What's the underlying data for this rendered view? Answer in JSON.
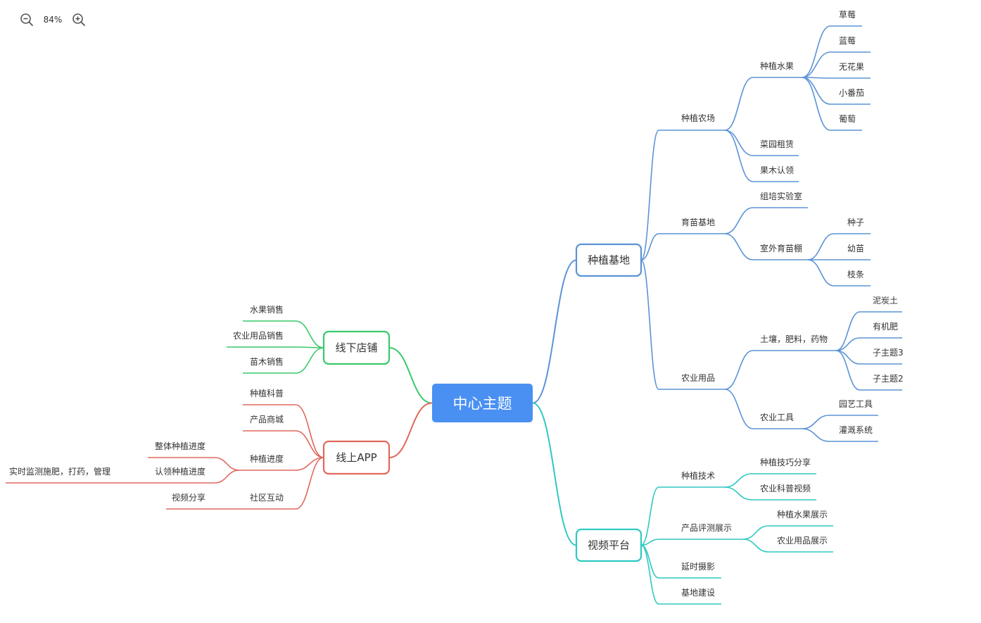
{
  "toolbar": {
    "zoom_level": "84%",
    "zoom_out_icon": "zoom-out-icon",
    "zoom_in_icon": "zoom-in-icon"
  },
  "colors": {
    "root": "#4a90f2",
    "blue": "#5b93d6",
    "teal": "#2ec9c1",
    "green": "#39c96a",
    "red": "#e0685c"
  },
  "mindmap": {
    "root": "中心主题",
    "branches": [
      {
        "label": "种植基地",
        "color": "blue",
        "side": "right",
        "children": [
          {
            "label": "种植农场",
            "children": [
              {
                "label": "种植水果",
                "children": [
                  {
                    "label": "草莓"
                  },
                  {
                    "label": "蓝莓"
                  },
                  {
                    "label": "无花果"
                  },
                  {
                    "label": "小番茄"
                  },
                  {
                    "label": "葡萄"
                  }
                ]
              },
              {
                "label": "菜园租赁"
              },
              {
                "label": "果木认领"
              }
            ]
          },
          {
            "label": "育苗基地",
            "children": [
              {
                "label": "组培实验室"
              },
              {
                "label": "室外育苗棚",
                "children": [
                  {
                    "label": "种子"
                  },
                  {
                    "label": "幼苗"
                  },
                  {
                    "label": "枝条"
                  }
                ]
              }
            ]
          },
          {
            "label": "农业用品",
            "children": [
              {
                "label": "土壤，肥料，药物",
                "children": [
                  {
                    "label": "泥炭土"
                  },
                  {
                    "label": "有机肥"
                  },
                  {
                    "label": "子主题3"
                  },
                  {
                    "label": "子主题2"
                  }
                ]
              },
              {
                "label": "农业工具",
                "children": [
                  {
                    "label": "园艺工具"
                  },
                  {
                    "label": "灌溉系统"
                  }
                ]
              }
            ]
          }
        ]
      },
      {
        "label": "视频平台",
        "color": "teal",
        "side": "right",
        "children": [
          {
            "label": "种植技术",
            "children": [
              {
                "label": "种植技巧分享"
              },
              {
                "label": "农业科普视频"
              }
            ]
          },
          {
            "label": "产品评测展示",
            "children": [
              {
                "label": "种植水果展示"
              },
              {
                "label": "农业用品展示"
              }
            ]
          },
          {
            "label": "延时摄影"
          },
          {
            "label": "基地建设"
          }
        ]
      },
      {
        "label": "线下店铺",
        "color": "green",
        "side": "left",
        "children": [
          {
            "label": "水果销售"
          },
          {
            "label": "农业用品销售"
          },
          {
            "label": "苗木销售"
          }
        ]
      },
      {
        "label": "线上APP",
        "color": "red",
        "side": "left",
        "children": [
          {
            "label": "种植科普"
          },
          {
            "label": "产品商城"
          },
          {
            "label": "种植进度",
            "children": [
              {
                "label": "整体种植进度"
              },
              {
                "label": "认领种植进度",
                "children": [
                  {
                    "label": "实时监测施肥，打药，管理"
                  }
                ]
              }
            ]
          },
          {
            "label": "社区互动",
            "children": [
              {
                "label": "视频分享"
              }
            ]
          }
        ]
      }
    ]
  }
}
